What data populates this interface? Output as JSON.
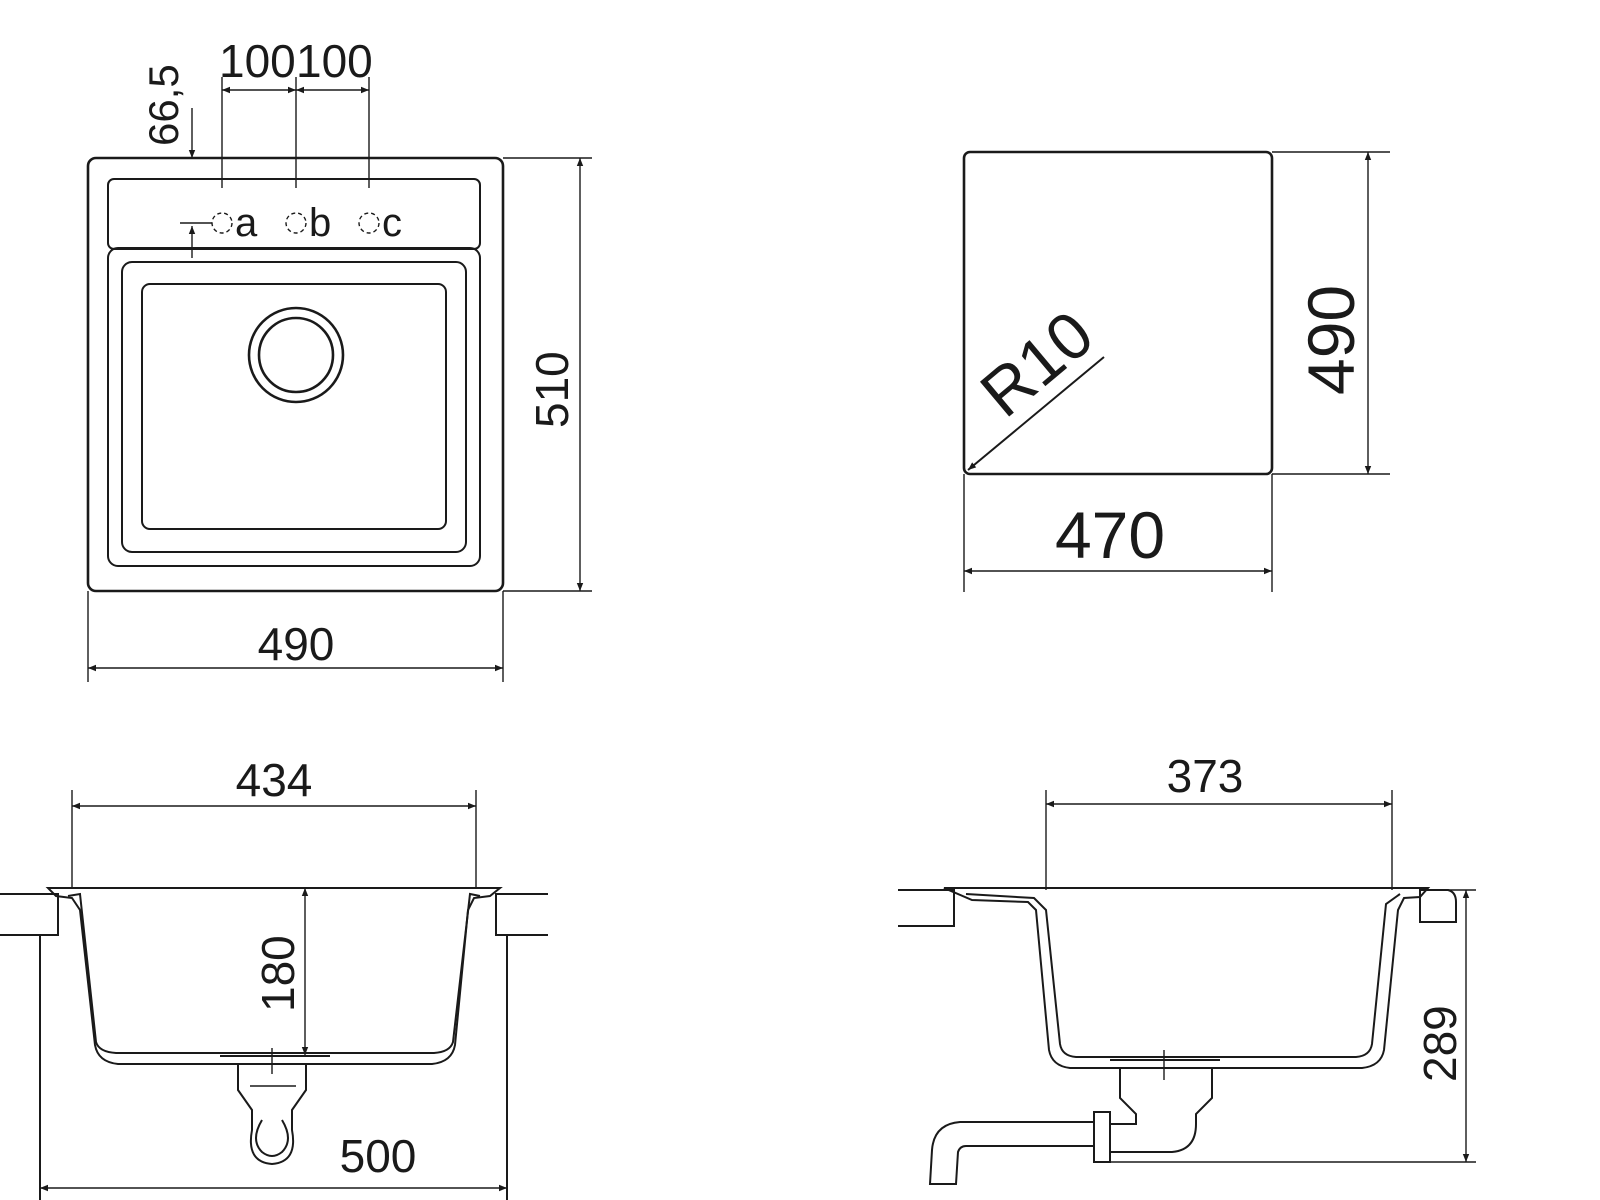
{
  "top_view": {
    "overall_width": "490",
    "overall_depth": "510",
    "tap_offset": "66,5",
    "tap_spacing_1": "100",
    "tap_spacing_2": "100",
    "tap_positions": [
      "a",
      "b",
      "c"
    ]
  },
  "cutout": {
    "width": "470",
    "depth": "490",
    "corner_radius": "R10"
  },
  "front_section": {
    "bowl_width": "434",
    "bowl_depth": "180",
    "cabinet_width": "500"
  },
  "side_section": {
    "bowl_width": "373",
    "total_height": "289"
  }
}
